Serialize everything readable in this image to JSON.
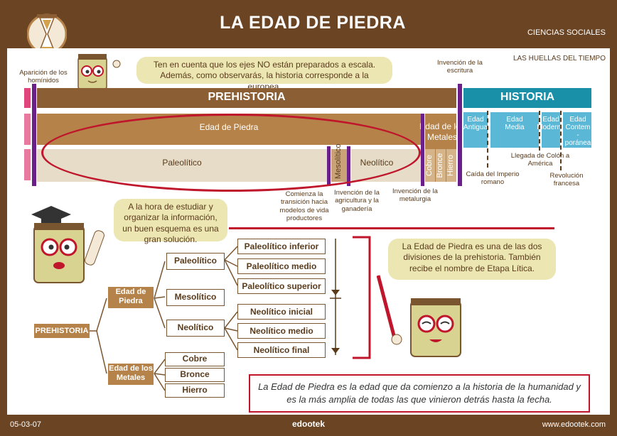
{
  "header": {
    "title": "LA EDAD DE PIEDRA",
    "subject": "CIENCIAS SOCIALES",
    "series": "LAS HUELLAS DEL TIEMPO"
  },
  "footer": {
    "date": "05-03-07",
    "url": "www.edootek.com",
    "logo": "edootek"
  },
  "notes": {
    "scale": "Ten en cuenta que los ejes NO están preparados a escala. Además, como observarás, la historia corresponde a la europea.",
    "study": "A la hora de estudiar y organizar la información, un buen esquema es una gran solución.",
    "division": "La Edad de Piedra es una de las dos divisiones de la prehistoria. También recibe el nombre de Etapa Lítica.",
    "definition": "La Edad de Piedra es la edad que da comienzo a la historia de la humanidad y  es la más amplia de todas las que vinieron detrás hasta la fecha."
  },
  "timeline": {
    "prehistoria": "PREHISTORIA",
    "historia": "HISTORIA",
    "edad_piedra": "Edad de Piedra",
    "edad_metales": "Edad de los Metales",
    "paleolitico": "Paleolítico",
    "mesolitico": "Mesolítico",
    "neolitico": "Neolítico",
    "cobre": "Cobre",
    "bronce": "Bronce",
    "hierro": "Hierro",
    "edad_antigua": "Edad Antigua",
    "edad_media": "Edad Media",
    "edad_moderna": "Edad Moderna",
    "edad_contemporanea": "Edad Contem-poránea",
    "events": {
      "hominidos": "Aparición de los homínidos",
      "escritura": "Invención de la escritura",
      "transicion": "Comienza la transición hacia modelos de vida productores",
      "agricultura": "Invención de la agricultura y la ganadería",
      "metalurgia": "Invención de la metalurgia",
      "imperio": "Caída del Imperio romano",
      "colon": "Llegada de Colón a América",
      "revolucion": "Revolución francesa"
    }
  },
  "scheme": {
    "root": "PREHISTORIA",
    "piedra": "Edad de Piedra",
    "metales": "Edad de los Metales",
    "paleolitico": "Paleolítico",
    "mesolitico": "Mesolítico",
    "neolitico": "Neolítico",
    "pal_inferior": "Paleolítico inferior",
    "pal_medio": "Paleolítico medio",
    "pal_superior": "Paleolítico superior",
    "neo_inicial": "Neolítico inicial",
    "neo_medio": "Neolítico medio",
    "neo_final": "Neolítico final",
    "cobre": "Cobre",
    "bronce": "Bronce",
    "hierro": "Hierro"
  },
  "colors": {
    "brown": "#6b4423",
    "prehistoria": "#8b5e34",
    "piedra": "#b5834a",
    "paleo": "#e6dcc8",
    "historia": "#1a8fa8",
    "historia_light": "#5ab7d6",
    "purple": "#6a1f8a",
    "pink": "#e0457b",
    "red": "#c0162c"
  }
}
